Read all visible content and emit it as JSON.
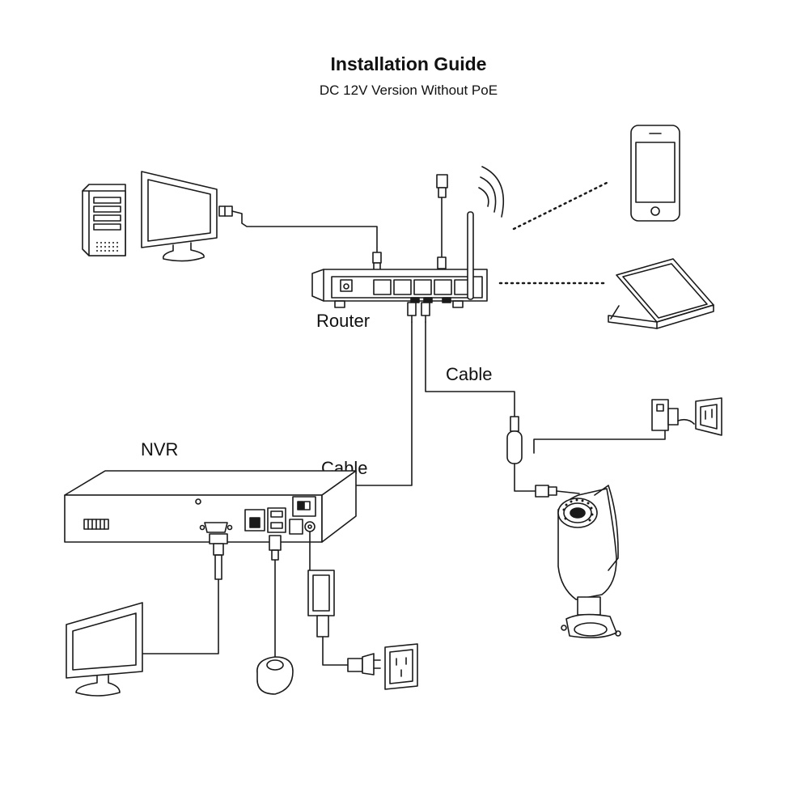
{
  "diagram": {
    "title": "Installation Guide",
    "subtitle": "DC 12V Version Without PoE",
    "labels": {
      "router": "Router",
      "nvr": "NVR",
      "cable_router_camera": "Cable",
      "cable_router_nvr": "Cable"
    },
    "components": [
      "desktop-computer",
      "monitor",
      "router",
      "smartphone",
      "laptop",
      "nvr",
      "vga-monitor",
      "mouse",
      "nvr-power-adapter",
      "wall-outlet",
      "camera-power-adapter",
      "bullet-camera"
    ],
    "colors": {
      "line": "#1a1a1a",
      "background": "#ffffff"
    }
  }
}
